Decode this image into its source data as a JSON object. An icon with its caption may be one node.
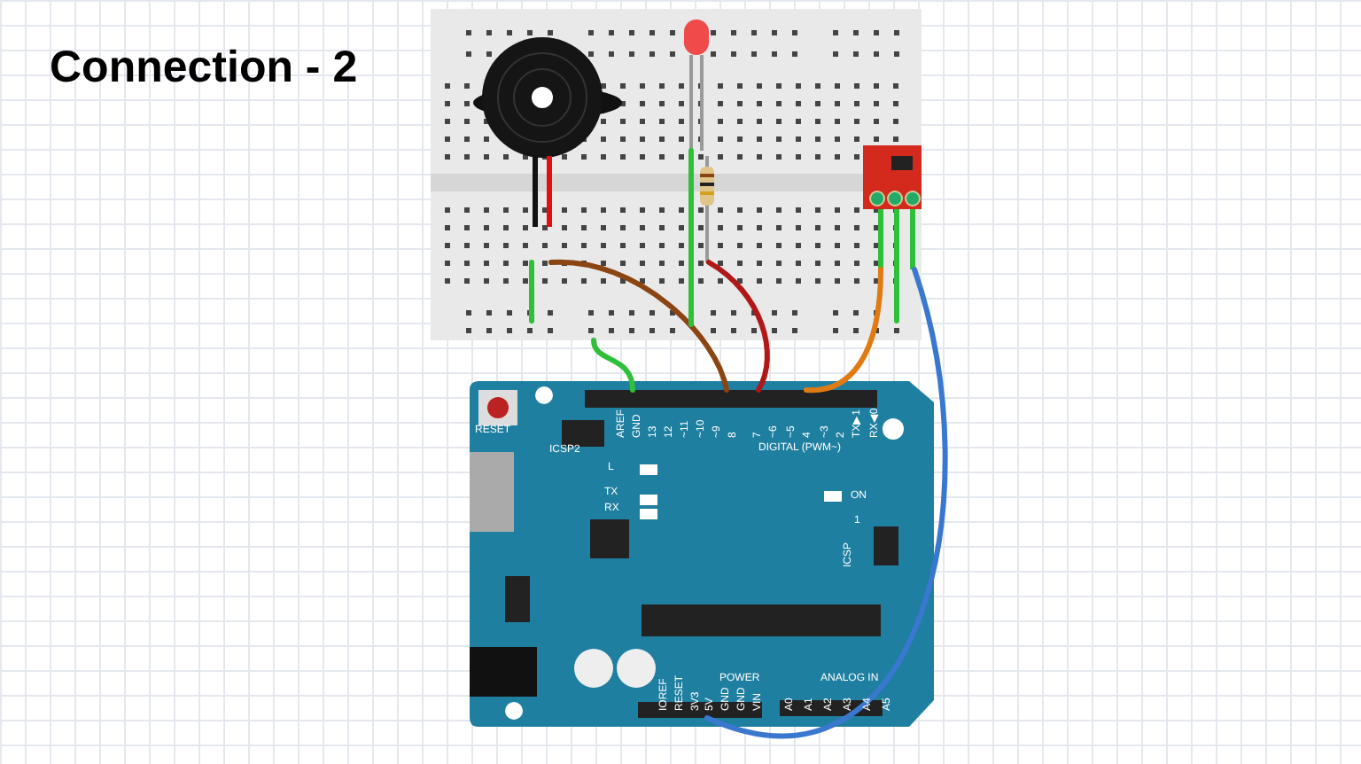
{
  "diagram": {
    "title": "Connection - 2",
    "nodes": [
      {
        "text": [],
        "shape": "box"
      },
      {
        "text": [],
        "shape": "picture",
        "in": 0
      },
      {
        "text": [],
        "shape": "picture",
        "in": 0
      },
      {
        "text": [],
        "shape": "picture",
        "in": 0
      },
      {
        "text": [],
        "shape": "picture",
        "in": 0
      },
      {
        "text": [],
        "shape": "picture"
      },
      {
        "text": [],
        "shape": "bar",
        "in": 5
      },
      {
        "text": [],
        "shape": "bar",
        "in": 5
      }
    ],
    "edges": [
      {
        "from": 0,
        "to": 6,
        "arrow": "none",
        "color": "#2fbf3a"
      },
      {
        "from": 1,
        "to": 6,
        "arrow": "none",
        "color": "#8b4513"
      },
      {
        "from": 3,
        "to": 6,
        "arrow": "none",
        "color": "#b01818"
      },
      {
        "from": 4,
        "to": 6,
        "arrow": "none",
        "color": "#e07b14"
      },
      {
        "from": 4,
        "to": 7,
        "arrow": "none",
        "color": "#3a78d0"
      },
      {
        "from": 1,
        "to": 0,
        "arrow": "none",
        "color": "#2fbf3a"
      },
      {
        "from": 2,
        "to": 0,
        "arrow": "none",
        "color": "#2fbf3a"
      },
      {
        "from": 4,
        "to": 0,
        "arrow": "none",
        "color": "#2fbf3a"
      }
    ],
    "labels": [
      "RESET",
      "ICSP2",
      "AREF",
      "GND",
      "13",
      "12",
      "~11",
      "~10",
      "~9",
      "8",
      "7",
      "~6",
      "~5",
      "4",
      "~3",
      "2",
      "TX▶1",
      "RX◀0",
      "DIGITAL (PWM~)",
      "L",
      "TX",
      "RX",
      "ON",
      "1",
      "ICSP",
      "POWER",
      "ANALOG IN",
      "IOREF",
      "RESET",
      "3V3",
      "5V",
      "GND",
      "GND",
      "VIN",
      "A0",
      "A1",
      "A2",
      "A3",
      "A4",
      "A5"
    ]
  }
}
